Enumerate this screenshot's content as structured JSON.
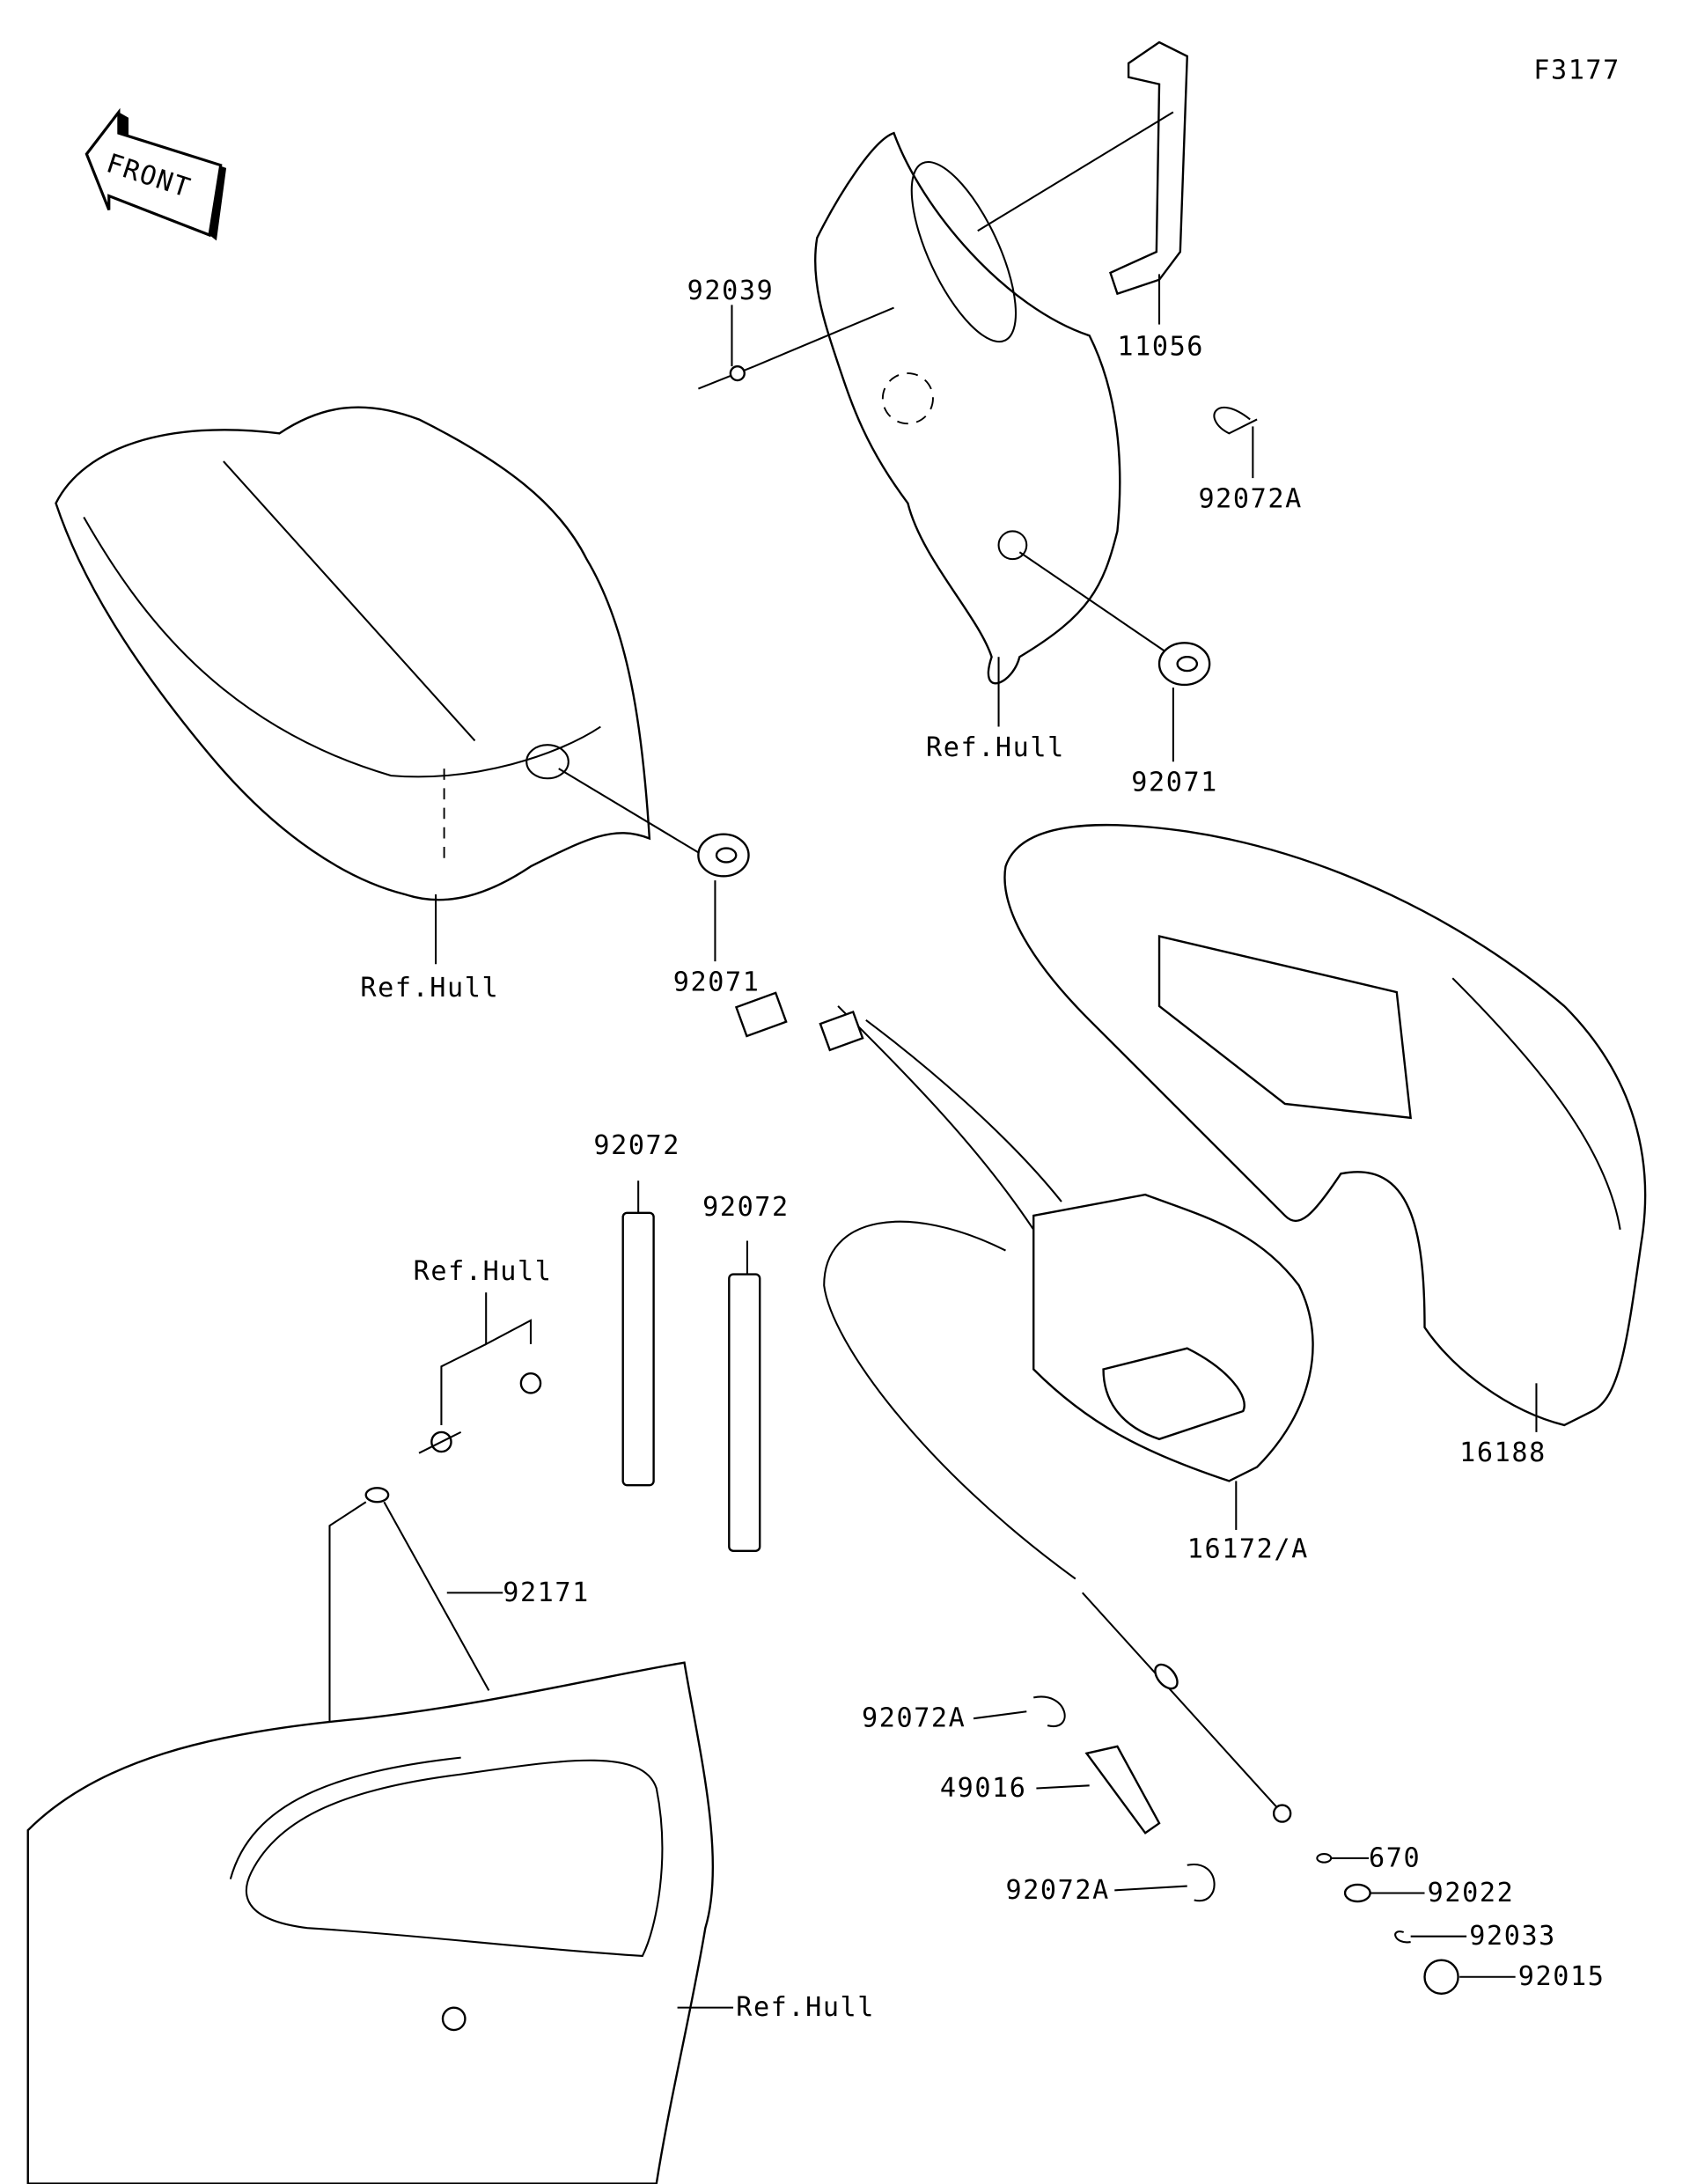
{
  "figure_code": "F3177",
  "front_label": "FRONT",
  "labels": {
    "p92039": "92039",
    "p11056": "11056",
    "p92072A_top": "92072A",
    "refhull_top": "Ref.Hull",
    "p92071_right": "92071",
    "refhull_left": "Ref.Hull",
    "p92071_left": "92071",
    "p92072_a": "92072",
    "p92072_b": "92072",
    "refhull_mid": "Ref.Hull",
    "p16188": "16188",
    "p16172A": "16172/A",
    "p92171": "92171",
    "p92072A_mid": "92072A",
    "p49016": "49016",
    "p92072A_low": "92072A",
    "p670": "670",
    "p92022": "92022",
    "p92033": "92033",
    "p92015": "92015",
    "refhull_bottom": "Ref.Hull"
  }
}
